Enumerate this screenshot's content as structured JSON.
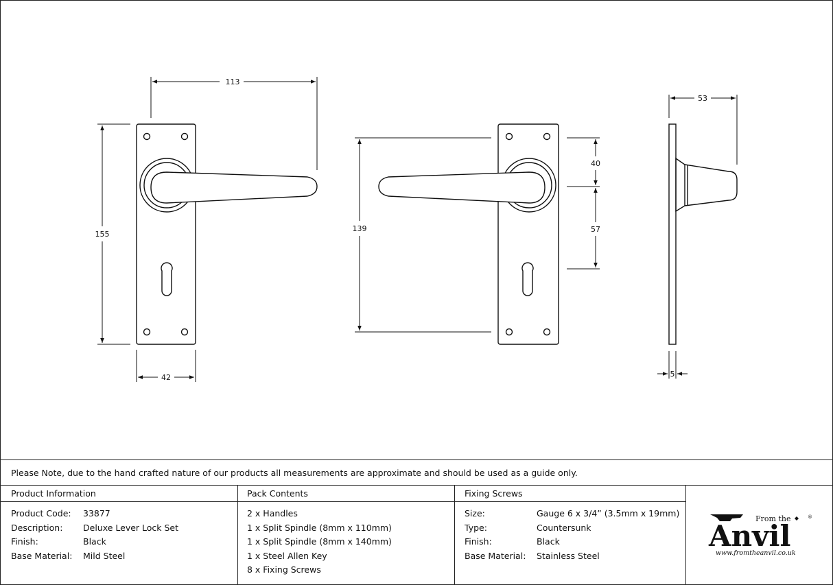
{
  "dimensions": {
    "front_width": "113",
    "front_height": "155",
    "plate_width": "42",
    "centres": "139",
    "top_to_lever": "40",
    "lever_to_keyhole": "57",
    "projection": "53",
    "plate_thickness": "5"
  },
  "note": "Please Note, due to the hand crafted nature of our products all measurements are approximate and should be used as a guide only.",
  "product_info": {
    "heading": "Product Information",
    "rows": [
      {
        "label": "Product Code:",
        "value": "33877"
      },
      {
        "label": "Description:",
        "value": "Deluxe Lever Lock Set"
      },
      {
        "label": "Finish:",
        "value": "Black"
      },
      {
        "label": "Base Material:",
        "value": "Mild Steel"
      }
    ]
  },
  "pack_contents": {
    "heading": "Pack Contents",
    "items": [
      "2 x Handles",
      "1 x Split Spindle (8mm x 110mm)",
      "1 x Split Spindle (8mm x 140mm)",
      "1 x Steel Allen Key",
      "8 x Fixing Screws"
    ]
  },
  "fixing_screws": {
    "heading": "Fixing Screws",
    "rows": [
      {
        "label": "Size:",
        "value": "Gauge 6 x 3/4” (3.5mm x 19mm)"
      },
      {
        "label": "Type:",
        "value": "Countersunk"
      },
      {
        "label": "Finish:",
        "value": "Black"
      },
      {
        "label": "Base Material:",
        "value": "Stainless Steel"
      }
    ]
  },
  "logo": {
    "from_the": "From the",
    "anvil": "Anvil",
    "reg": "®",
    "url": "www.fromtheanvil.co.uk"
  }
}
